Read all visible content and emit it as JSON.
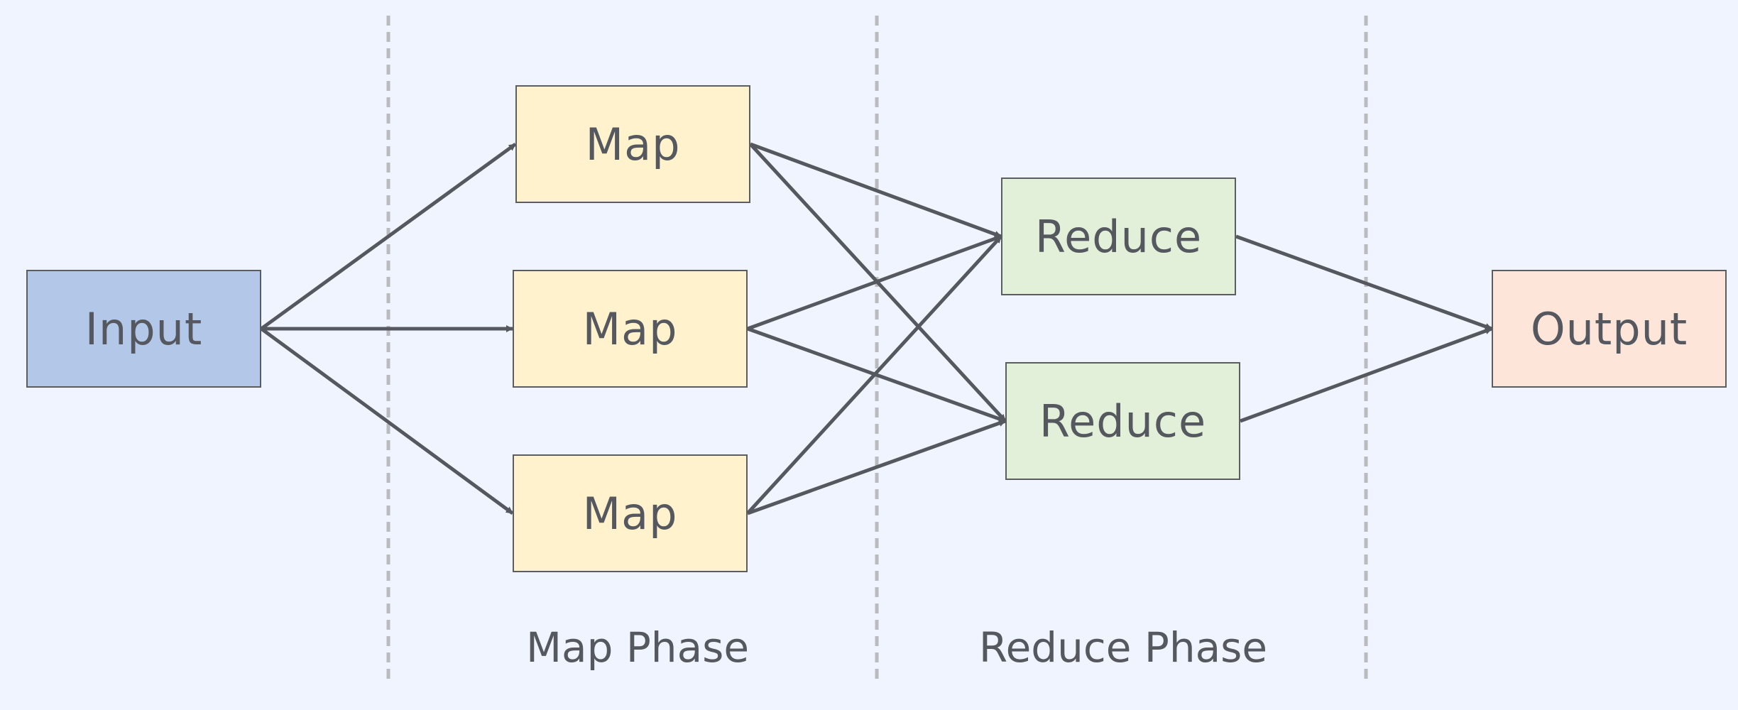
{
  "nodes": {
    "input": {
      "label": "Input",
      "color": "#b3c7e8"
    },
    "map1": {
      "label": "Map",
      "color": "#fff2cd"
    },
    "map2": {
      "label": "Map",
      "color": "#fff2cd"
    },
    "map3": {
      "label": "Map",
      "color": "#fff2cd"
    },
    "reduce1": {
      "label": "Reduce",
      "color": "#e2efd9"
    },
    "reduce2": {
      "label": "Reduce",
      "color": "#e2efd9"
    },
    "output": {
      "label": "Output",
      "color": "#fde5d9"
    }
  },
  "phases": {
    "map_phase": "Map Phase",
    "reduce_phase": "Reduce Phase"
  },
  "edges": [
    [
      "input",
      "map1"
    ],
    [
      "input",
      "map2"
    ],
    [
      "input",
      "map3"
    ],
    [
      "map1",
      "reduce1"
    ],
    [
      "map1",
      "reduce2"
    ],
    [
      "map2",
      "reduce1"
    ],
    [
      "map2",
      "reduce2"
    ],
    [
      "map3",
      "reduce1"
    ],
    [
      "map3",
      "reduce2"
    ],
    [
      "reduce1",
      "output"
    ],
    [
      "reduce2",
      "output"
    ]
  ],
  "colors": {
    "background": "#eff4fe",
    "edge": "#55585f",
    "divider": "#b9bbbe",
    "text": "#55585f"
  }
}
